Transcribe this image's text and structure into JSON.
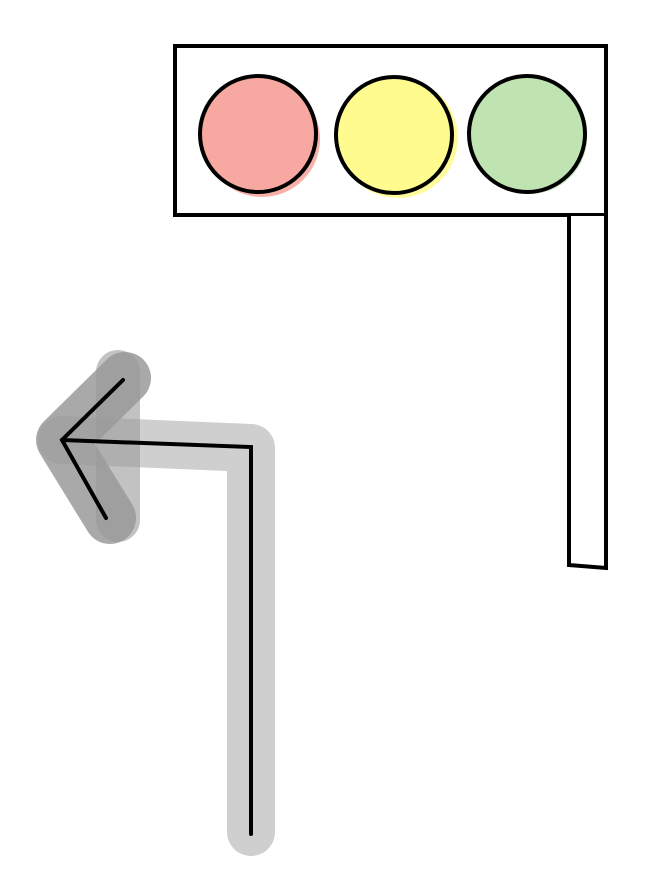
{
  "diagram": {
    "traffic_light": {
      "lamps": [
        {
          "name": "red",
          "color": "#f7a8a0"
        },
        {
          "name": "yellow",
          "color": "#fffb8f"
        },
        {
          "name": "green",
          "color": "#c0e3b2"
        }
      ],
      "housing_color": "#ffffff",
      "outline_color": "#000000"
    },
    "left_turn_arrow": {
      "direction": "left",
      "highlight_color": "#cfcfcf",
      "head_highlight_color": "#9a9a9a",
      "line_color": "#000000"
    }
  }
}
